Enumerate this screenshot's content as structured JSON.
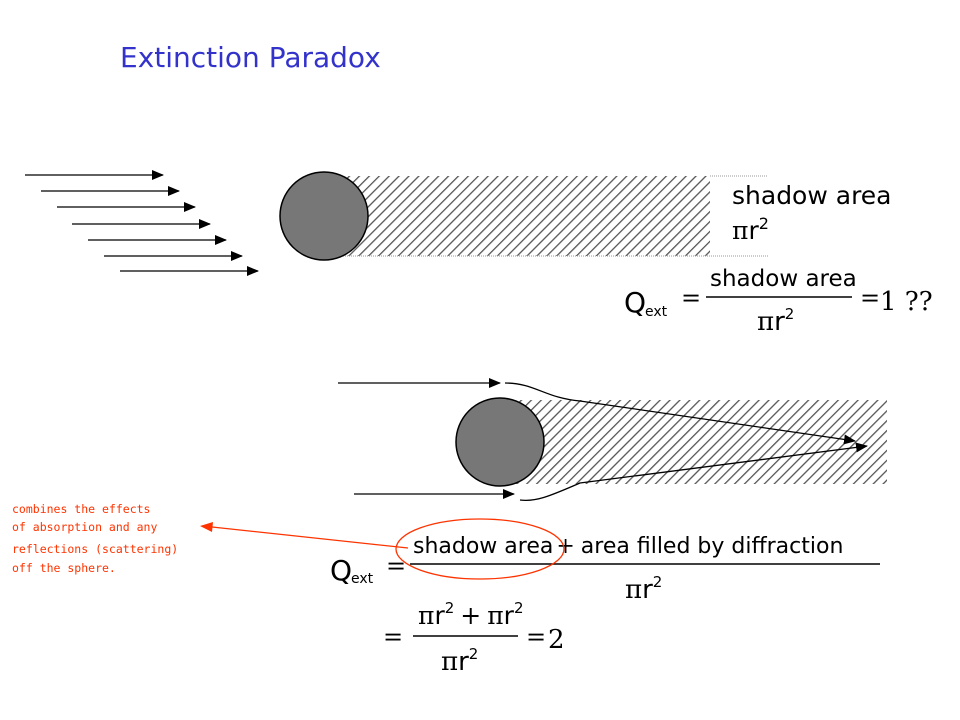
{
  "title": "Extinction Paradox",
  "colors": {
    "title": "#3333cc",
    "note": "#ff3300",
    "sphere_fill": "#777777",
    "hatch": "#555555",
    "ink": "#000000"
  },
  "shadow_label": {
    "line1": "shadow area",
    "pi": "π",
    "r": "r",
    "exp": "2"
  },
  "eq1": {
    "q": "Q",
    "sub": "ext",
    "eq": "=",
    "num": "shadow area",
    "den_pi": "π",
    "den_r": "r",
    "den_exp": "2",
    "rhs_eq": "=",
    "rhs": "1 ??"
  },
  "eq2": {
    "q": "Q",
    "sub": "ext",
    "eq": "=",
    "num_a": "shadow area",
    "plus": "+",
    "num_b": "area filled by diffraction",
    "den_pi": "π",
    "den_r": "r",
    "den_exp": "2"
  },
  "eq3": {
    "eq": "=",
    "n1_pi": "π",
    "n1_r": "r",
    "n1_exp": "2",
    "plus": "+",
    "n2_pi": "π",
    "n2_r": "r",
    "n2_exp": "2",
    "den_pi": "π",
    "den_r": "r",
    "den_exp": "2",
    "rhs_eq": "=",
    "rhs": "2"
  },
  "note": {
    "line1": "combines the effects",
    "line2": "of absorption and any",
    "line3": "reflections (scattering)",
    "line4": "off the sphere."
  }
}
